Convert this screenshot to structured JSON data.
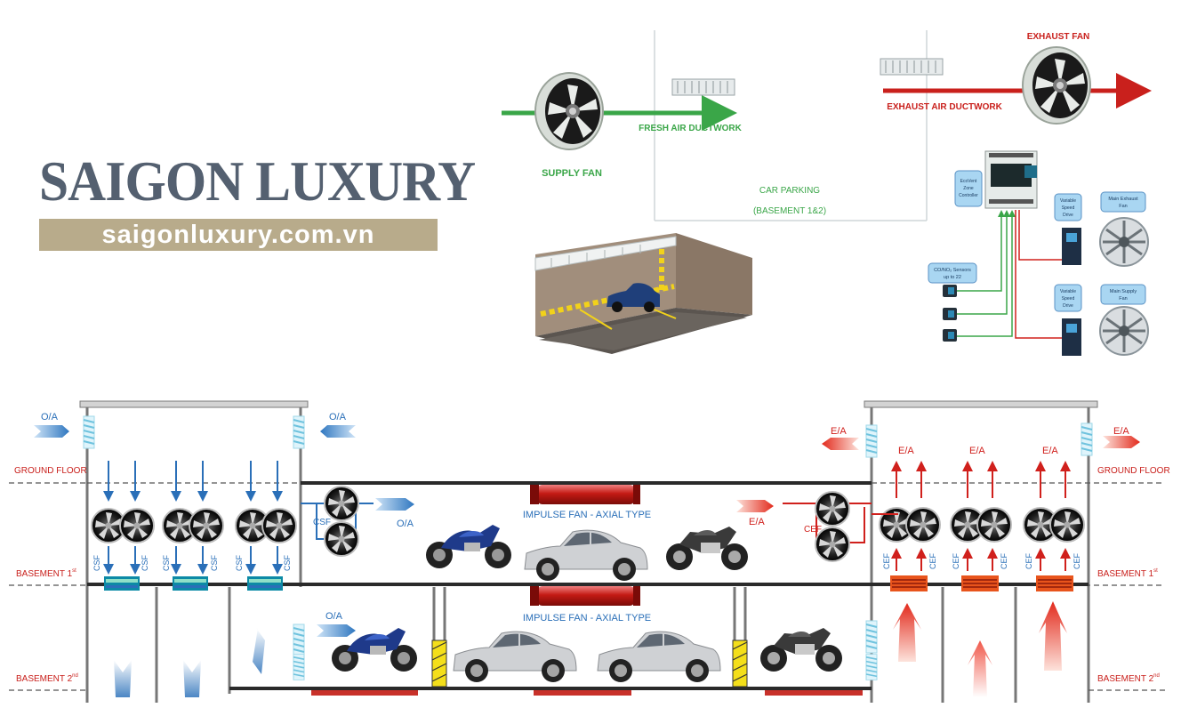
{
  "brand": {
    "title": "SAIGON LUXURY",
    "url": "saigonluxury.com.vn"
  },
  "schematic": {
    "supply_fan": "SUPPLY FAN",
    "fresh_air_duct": "FRESH AIR DUCTWORK",
    "car_parking": "CAR PARKING",
    "basements": "(BASEMENT 1&2)",
    "exhaust_fan": "EXHAUST FAN",
    "exhaust_duct": "EXHAUST AIR DUCTWORK"
  },
  "controller": {
    "zone_controller": [
      "EcoVent",
      "Zone",
      "Controller"
    ],
    "sensors": [
      "CO/NO₂ Sensors",
      "up to 22"
    ],
    "vsd": [
      "Variable",
      "Speed",
      "Drive"
    ],
    "main_exhaust": [
      "Main Exhaust",
      "Fan"
    ],
    "main_supply": [
      "Main Supply",
      "Fan"
    ]
  },
  "section": {
    "oa": "O/A",
    "ea": "E/A",
    "ground_floor": "GROUND FLOOR",
    "basement1": "BASEMENT 1",
    "basement1_sup": "st",
    "basement2": "BASEMENT 2",
    "basement2_sup": "nd",
    "csf": "CSF",
    "cef": "CEF",
    "impulse": "IMPULSE FAN - AXIAL TYPE"
  },
  "colors": {
    "supply_green": "#3aa648",
    "exhaust_red": "#d0201c",
    "supply_blue": "#2a6fb8",
    "brand_slate": "#546070",
    "brand_gold": "#b8ab8b"
  }
}
